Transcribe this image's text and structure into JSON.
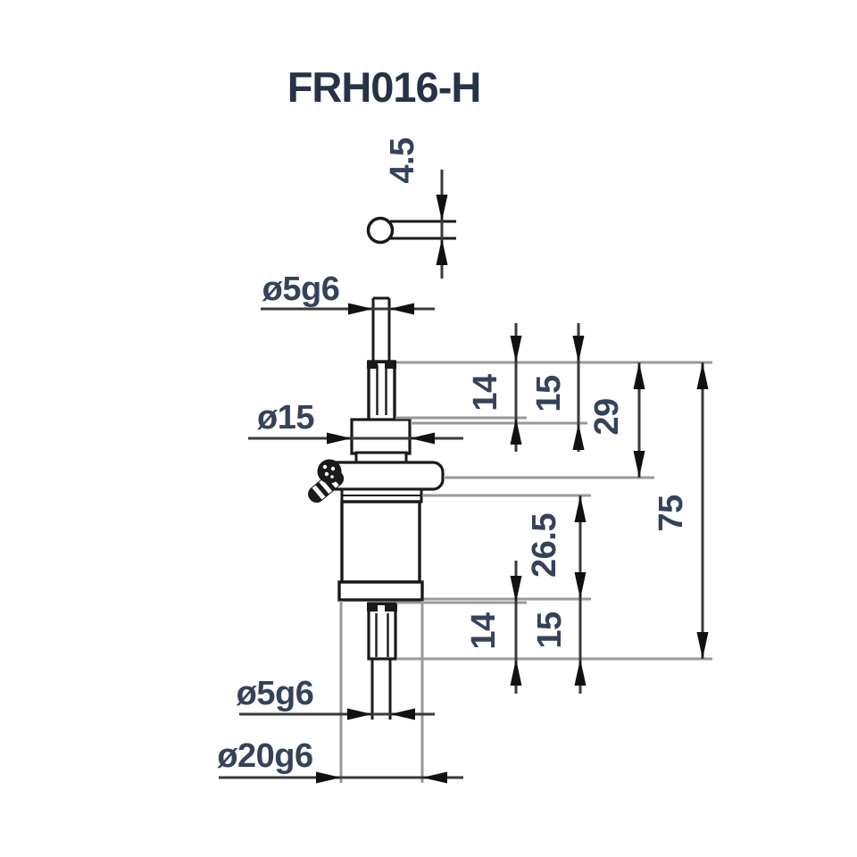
{
  "title": "FRH016-H",
  "colors": {
    "ink": "#1a1a1a",
    "title_ink": "#273246",
    "label": "#36425a",
    "ext_line": "#999999",
    "dim_line": "#3a3a3a"
  },
  "labels": {
    "pin_height": "4.5",
    "top_shaft_dia": "ø5g6",
    "collar_dia": "ø15",
    "upper_shaft_len": "14",
    "upper_section_len": "15",
    "upper_assembly_len": "29",
    "overall_len": "75",
    "body_len": "26.5",
    "lower_section_len": "15",
    "lower_shaft_len": "14",
    "bottom_shaft_dia": "ø5g6",
    "body_dia": "ø20g6"
  }
}
